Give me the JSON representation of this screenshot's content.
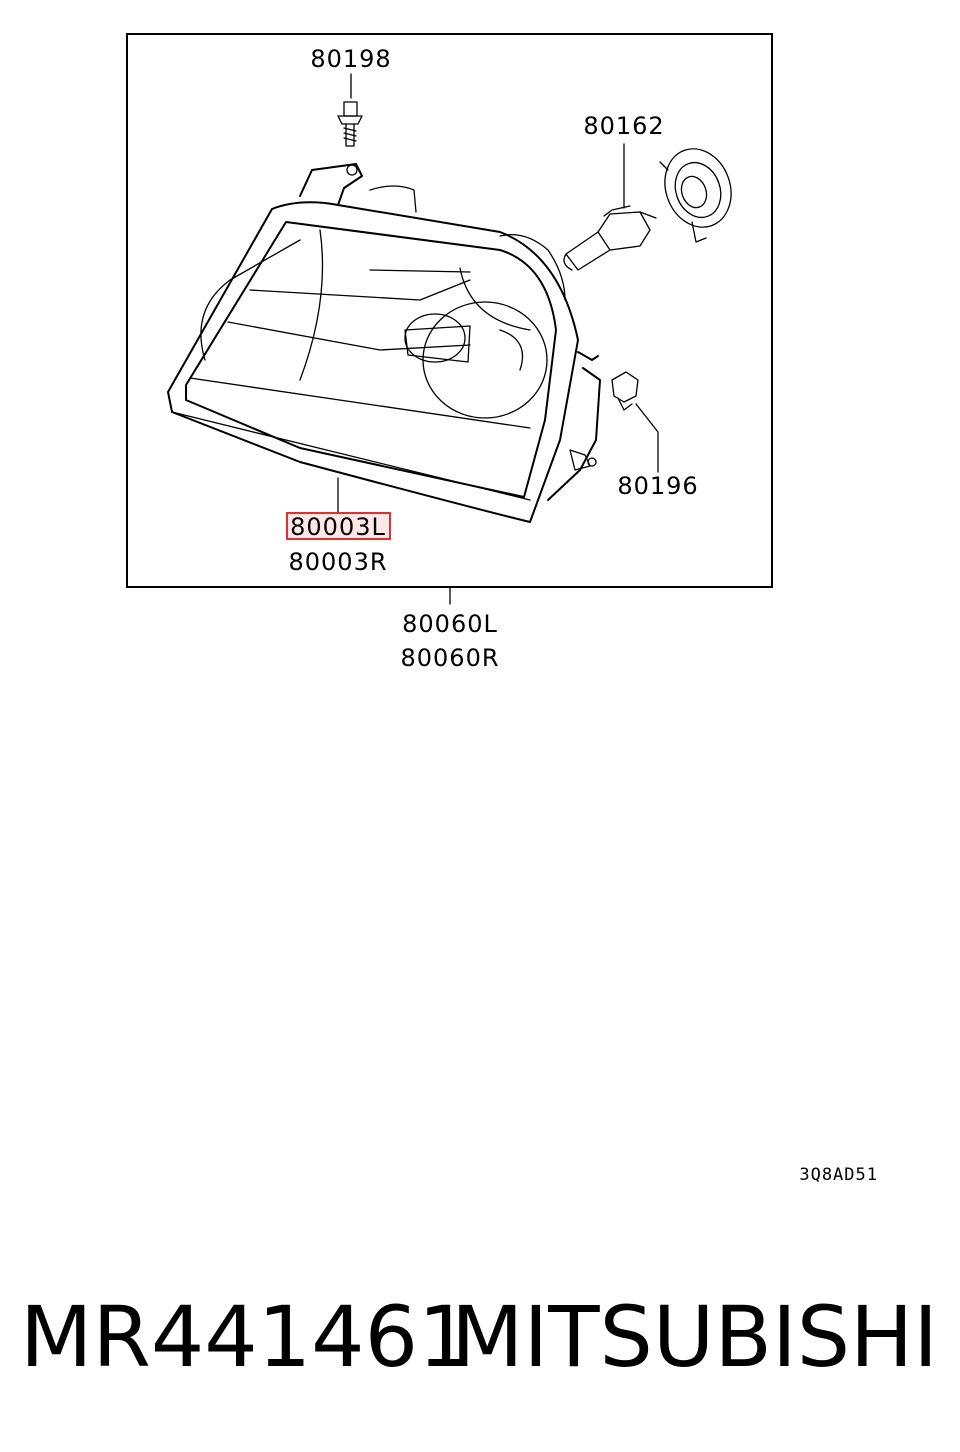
{
  "callouts": {
    "bolt": "80198",
    "bulb": "80162",
    "clip": "80196",
    "lens_left": "80003L",
    "lens_right": "80003R",
    "assembly_left": "80060L",
    "assembly_right": "80060R"
  },
  "highlighted_callout": "80003L",
  "highlight_color": "#e03030",
  "diagram_code": "3Q8AD51",
  "footer": {
    "part_number": "MR441461",
    "brand": "MITSUBISHI"
  }
}
